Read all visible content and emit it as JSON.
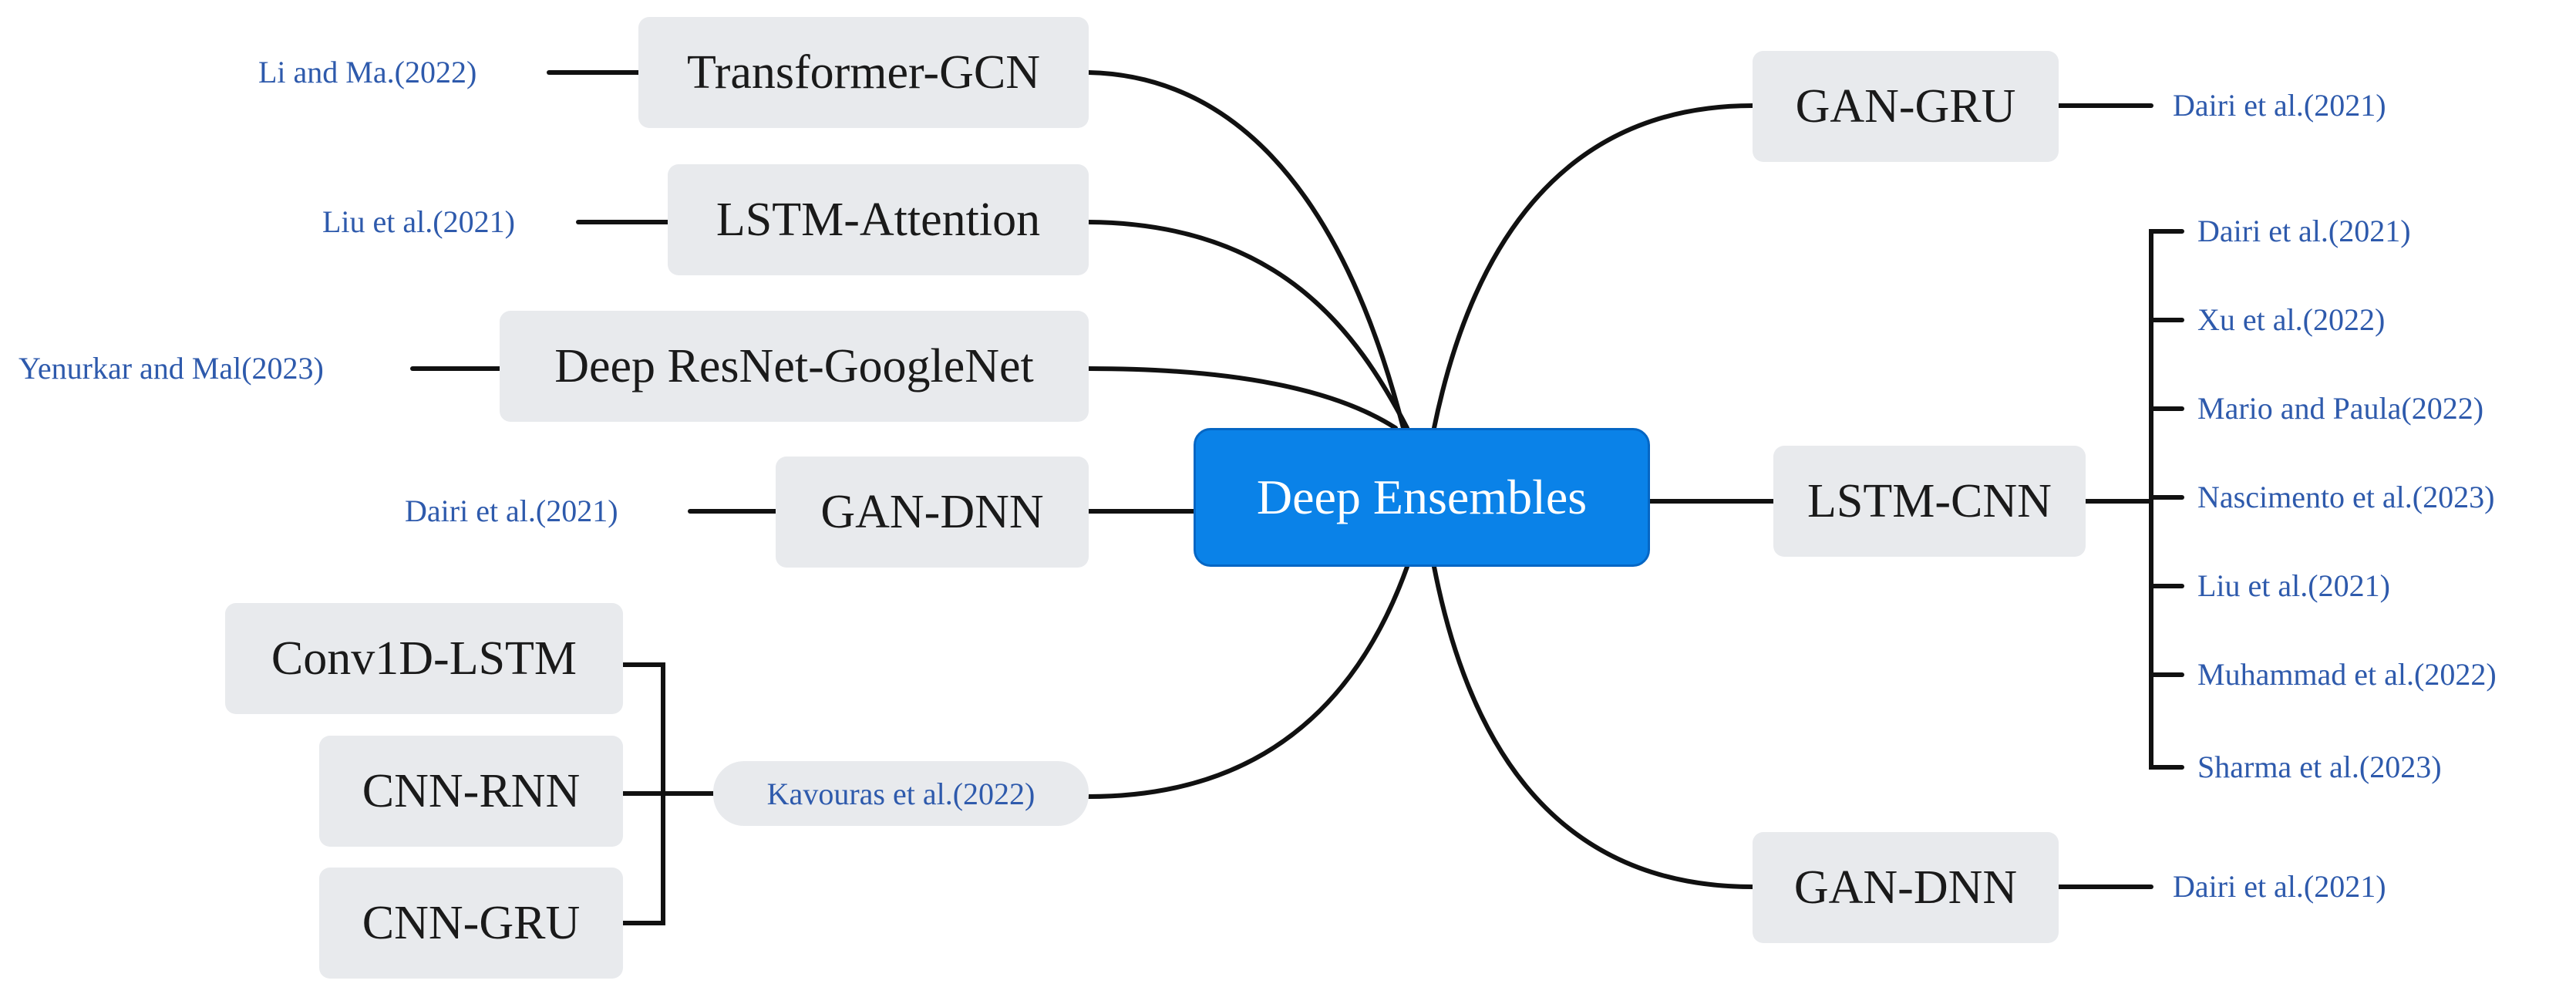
{
  "center": {
    "label": "Deep Ensembles"
  },
  "left_branches": [
    {
      "label": "Transformer-GCN",
      "reference": "Li and Ma.(2022)"
    },
    {
      "label": "LSTM-Attention",
      "reference": "Liu et al.(2021)"
    },
    {
      "label": "Deep ResNet-GoogleNet",
      "reference": "Yenurkar and Mal(2023)"
    },
    {
      "label": "GAN-DNN",
      "reference": "Dairi et al.(2021)"
    }
  ],
  "group_branch": {
    "reference": "Kavouras et al.(2022)",
    "models": [
      "Conv1D-LSTM",
      "CNN-RNN",
      "CNN-GRU"
    ]
  },
  "right_branches": [
    {
      "label": "GAN-GRU",
      "reference": "Dairi et al.(2021)"
    },
    {
      "label": "LSTM-CNN",
      "references": [
        "Dairi et al.(2021)",
        "Xu et al.(2022)",
        "Mario and Paula(2022)",
        "Nascimento et al.(2023)",
        "Liu et al.(2021)",
        "Muhammad et al.(2022)",
        "Sharma et al.(2023)"
      ]
    },
    {
      "label": "GAN-DNN",
      "reference": "Dairi et al.(2021)"
    }
  ],
  "colors": {
    "center_fill": "#0a82e8",
    "node_fill": "#e8eaed",
    "reference_text": "#2e5aac",
    "connector": "#111111"
  }
}
